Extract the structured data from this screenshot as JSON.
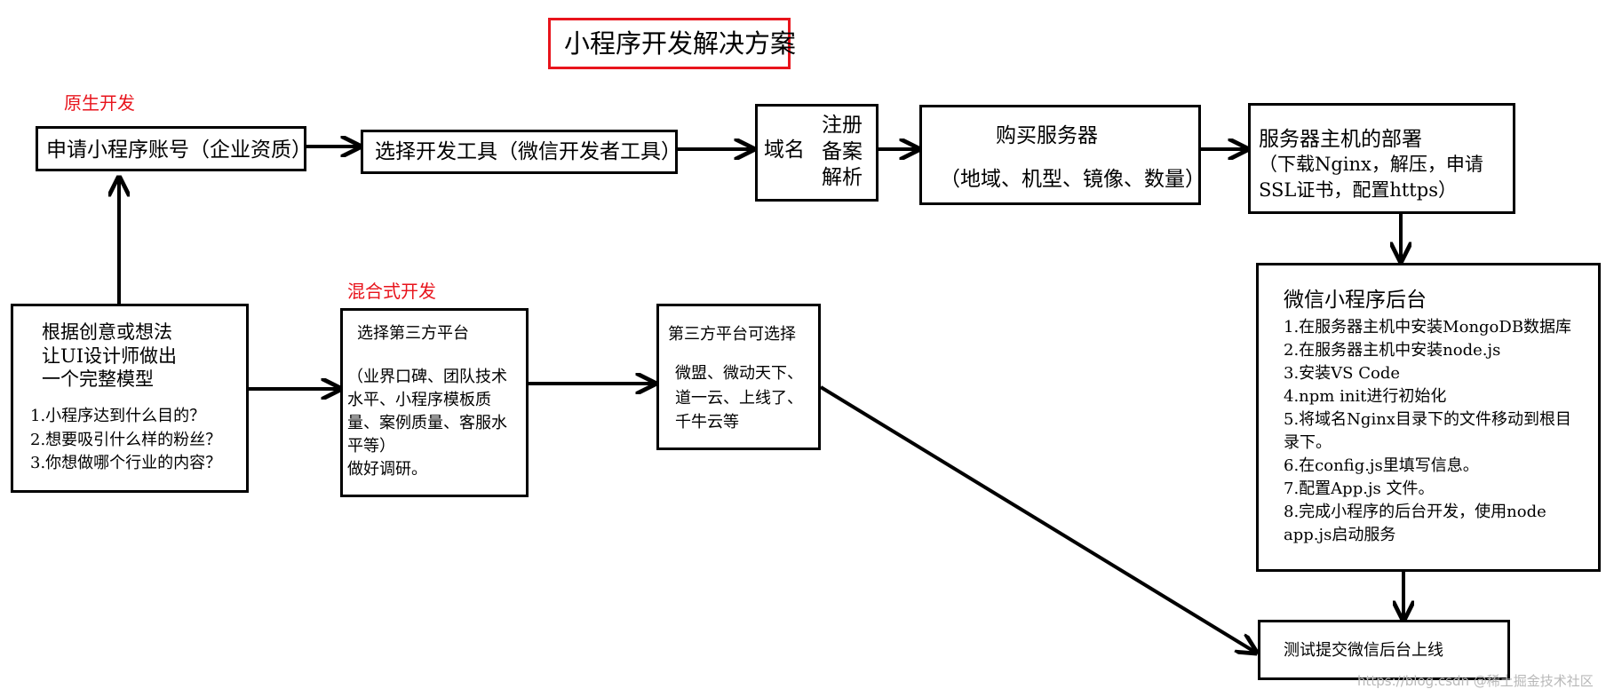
{
  "title": "小程序开发解决方案",
  "labels": {
    "native": "原生开发",
    "hybrid": "混合式开发"
  },
  "boxes": {
    "apply": "申请小程序账号（企业资质）",
    "tool": "选择开发工具（微信开发者工具）",
    "domain": {
      "left": "域名",
      "lines": [
        "注册",
        "备案",
        "解析"
      ]
    },
    "server_buy": {
      "title": "购买服务器",
      "sub": "（地域、机型、镜像、数量）"
    },
    "deploy": {
      "lines": [
        "服务器主机的部署",
        "（下载Nginx，解压，申请",
        "SSL证书，配置https）"
      ]
    },
    "idea": {
      "lines": [
        "根据创意或想法",
        "让UI设计师做出",
        "一个完整模型"
      ],
      "questions": [
        "1.小程序达到什么目的？",
        "2.想要吸引什么样的粉丝？",
        "3.你想做哪个行业的内容？"
      ]
    },
    "third_select": {
      "title": "选择第三方平台",
      "lines": [
        "（业界口碑、团队技术",
        "水平、小程序模板质",
        "量、案例质量、客服水",
        "平等）",
        "做好调研。"
      ]
    },
    "third_options": {
      "title": "第三方平台可选择",
      "lines": [
        "微盟、微动天下、",
        "道一云、上线了、",
        "千牛云等"
      ]
    },
    "backend": {
      "title": "微信小程序后台",
      "lines": [
        "1.在服务器主机中安装MongoDB数据库",
        "2.在服务器主机中安装node.js",
        "3.安装VS Code",
        "4.npm init进行初始化",
        "5.将域名Nginx目录下的文件移动到根目",
        "录下。",
        "6.在config.js里填写信息。",
        "7.配置App.js 文件。",
        "8.完成小程序的后台开发，使用node",
        "app.js启动服务"
      ]
    },
    "test": "测试提交微信后台上线"
  },
  "watermark": "https://blog.csdn @稀土掘金技术社区"
}
